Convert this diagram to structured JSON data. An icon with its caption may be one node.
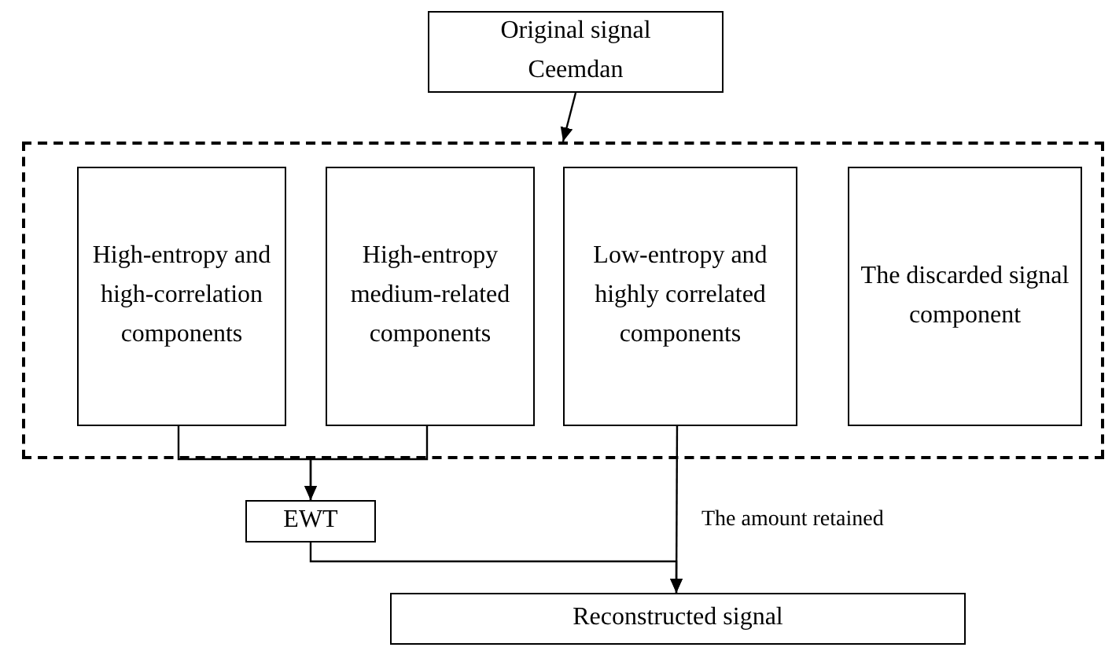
{
  "diagram": {
    "nodes": [
      {
        "text": [
          "Original signal",
          "Ceemdan"
        ]
      },
      {
        "text": [],
        "shape": "box"
      },
      {
        "text": [
          "High-entropy and high-correlation components"
        ],
        "in": 1
      },
      {
        "text": [
          "High-entropy medium-related components"
        ],
        "in": 1
      },
      {
        "text": [
          "Low-entropy and highly correlated components"
        ],
        "in": 1
      },
      {
        "text": [
          "The discarded signal component"
        ],
        "in": 1
      },
      {
        "text": [
          "EWT"
        ]
      },
      {
        "text": [
          "Reconstructed signal"
        ]
      }
    ],
    "edges": [
      {
        "from": 0,
        "to": 1,
        "arrow": "to"
      },
      {
        "from": 2,
        "to": 6,
        "arrow": "to"
      },
      {
        "from": 3,
        "to": 6,
        "arrow": "to"
      },
      {
        "from": 4,
        "to": 7,
        "arrow": "to",
        "label": "The amount retained"
      },
      {
        "from": 6,
        "to": 7,
        "arrow": "to"
      }
    ]
  }
}
